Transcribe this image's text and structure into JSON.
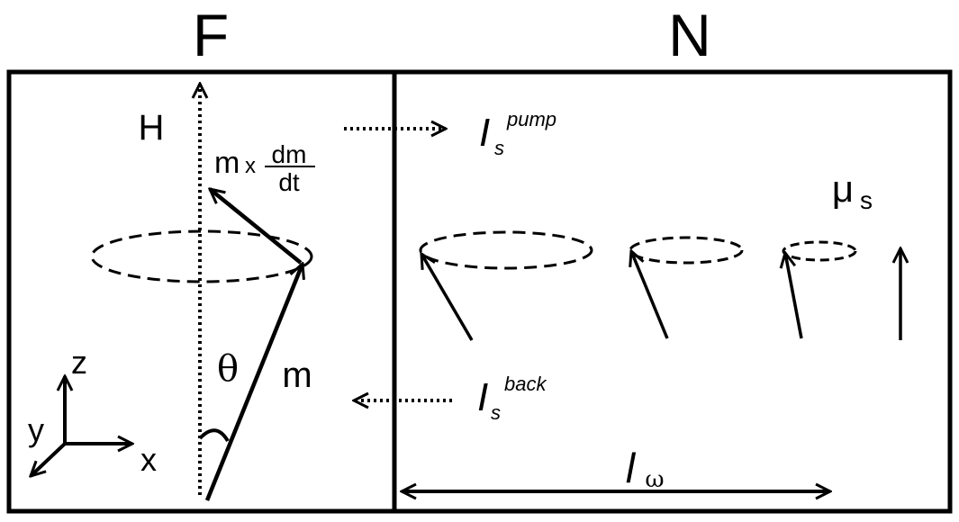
{
  "labels": {
    "region_f": "F",
    "region_n": "N",
    "field": "H",
    "torque_m": "m",
    "torque_x": "x",
    "torque_num": "dm",
    "torque_den": "dt",
    "angle": "θ",
    "magnetization": "m",
    "pump_I": "I",
    "pump_sub": "s",
    "pump_sup": "pump",
    "back_I": "I",
    "back_sub": "s",
    "back_sup": "back",
    "mu": "μ",
    "mu_sub": "s",
    "length": "l",
    "length_sub": "ω",
    "axis_x": "x",
    "axis_y": "y",
    "axis_z": "z"
  }
}
